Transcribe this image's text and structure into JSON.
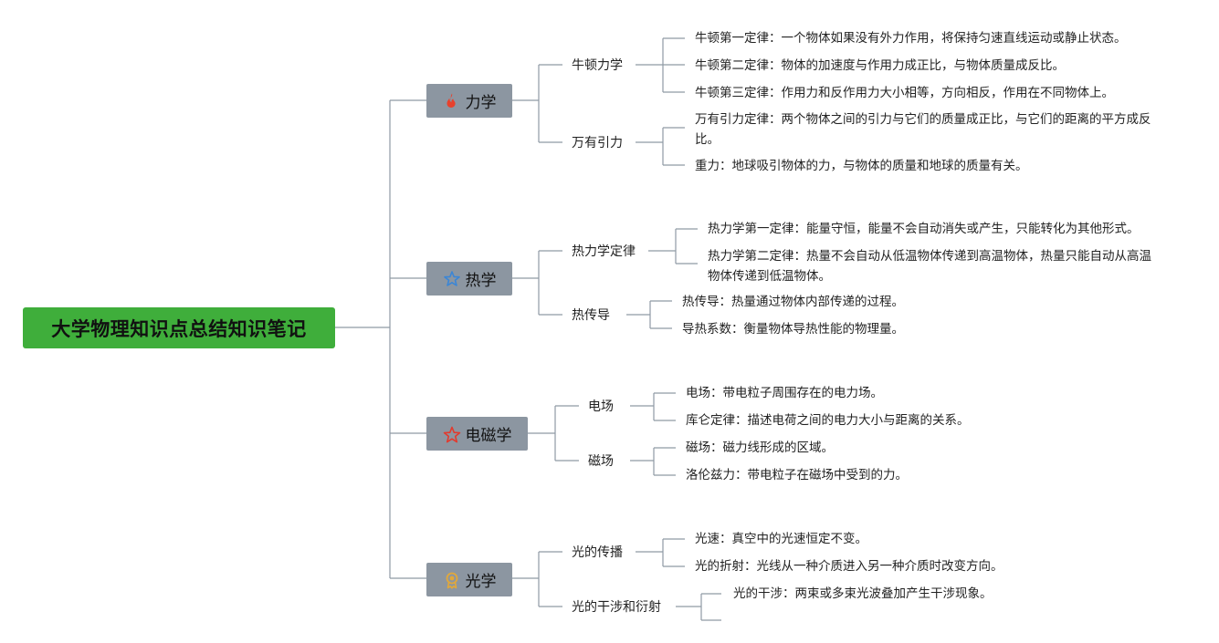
{
  "title": "大学物理知识点总结知识笔记",
  "branches": [
    {
      "label": "力学",
      "icon": "fire-icon",
      "subs": [
        {
          "label": "牛顿力学",
          "leaves": [
            "牛顿第一定律：一个物体如果没有外力作用，将保持匀速直线运动或静止状态。",
            "牛顿第二定律：物体的加速度与作用力成正比，与物体质量成反比。",
            "牛顿第三定律：作用力和反作用力大小相等，方向相反，作用在不同物体上。"
          ]
        },
        {
          "label": "万有引力",
          "leaves": [
            "万有引力定律：两个物体之间的引力与它们的质量成正比，与它们的距离的平方成反比。",
            "重力：地球吸引物体的力，与物体的质量和地球的质量有关。"
          ]
        }
      ]
    },
    {
      "label": "热学",
      "icon": "star-outline-icon",
      "subs": [
        {
          "label": "热力学定律",
          "leaves": [
            "热力学第一定律：能量守恒，能量不会自动消失或产生，只能转化为其他形式。",
            "热力学第二定律：热量不会自动从低温物体传递到高温物体，热量只能自动从高温物体传递到低温物体。"
          ]
        },
        {
          "label": "热传导",
          "leaves": [
            "热传导：热量通过物体内部传递的过程。",
            "导热系数：衡量物体导热性能的物理量。"
          ]
        }
      ]
    },
    {
      "label": "电磁学",
      "icon": "star-outline-icon",
      "subs": [
        {
          "label": "电场",
          "leaves": [
            "电场：带电粒子周围存在的电力场。",
            "库仑定律：描述电荷之间的电力大小与距离的关系。"
          ]
        },
        {
          "label": "磁场",
          "leaves": [
            "磁场：磁力线形成的区域。",
            "洛伦兹力：带电粒子在磁场中受到的力。"
          ]
        }
      ]
    },
    {
      "label": "光学",
      "icon": "award-ribbon-icon",
      "subs": [
        {
          "label": "光的传播",
          "leaves": [
            "光速：真空中的光速恒定不变。",
            "光的折射：光线从一种介质进入另一种介质时改变方向。"
          ]
        },
        {
          "label": "光的干涉和衍射",
          "leaves": [
            "光的干涉：两束或多束光波叠加产生干涉现象。",
            ""
          ]
        }
      ]
    }
  ],
  "colors": {
    "root_bg": "#3fae3b",
    "branch_bg": "#8c96a1",
    "line": "#8f9aa5",
    "fire_icon": "#e8412c",
    "star_blue": "#3b86d6",
    "star_red": "#e23a2e",
    "award_icon": "#e2a83a"
  }
}
